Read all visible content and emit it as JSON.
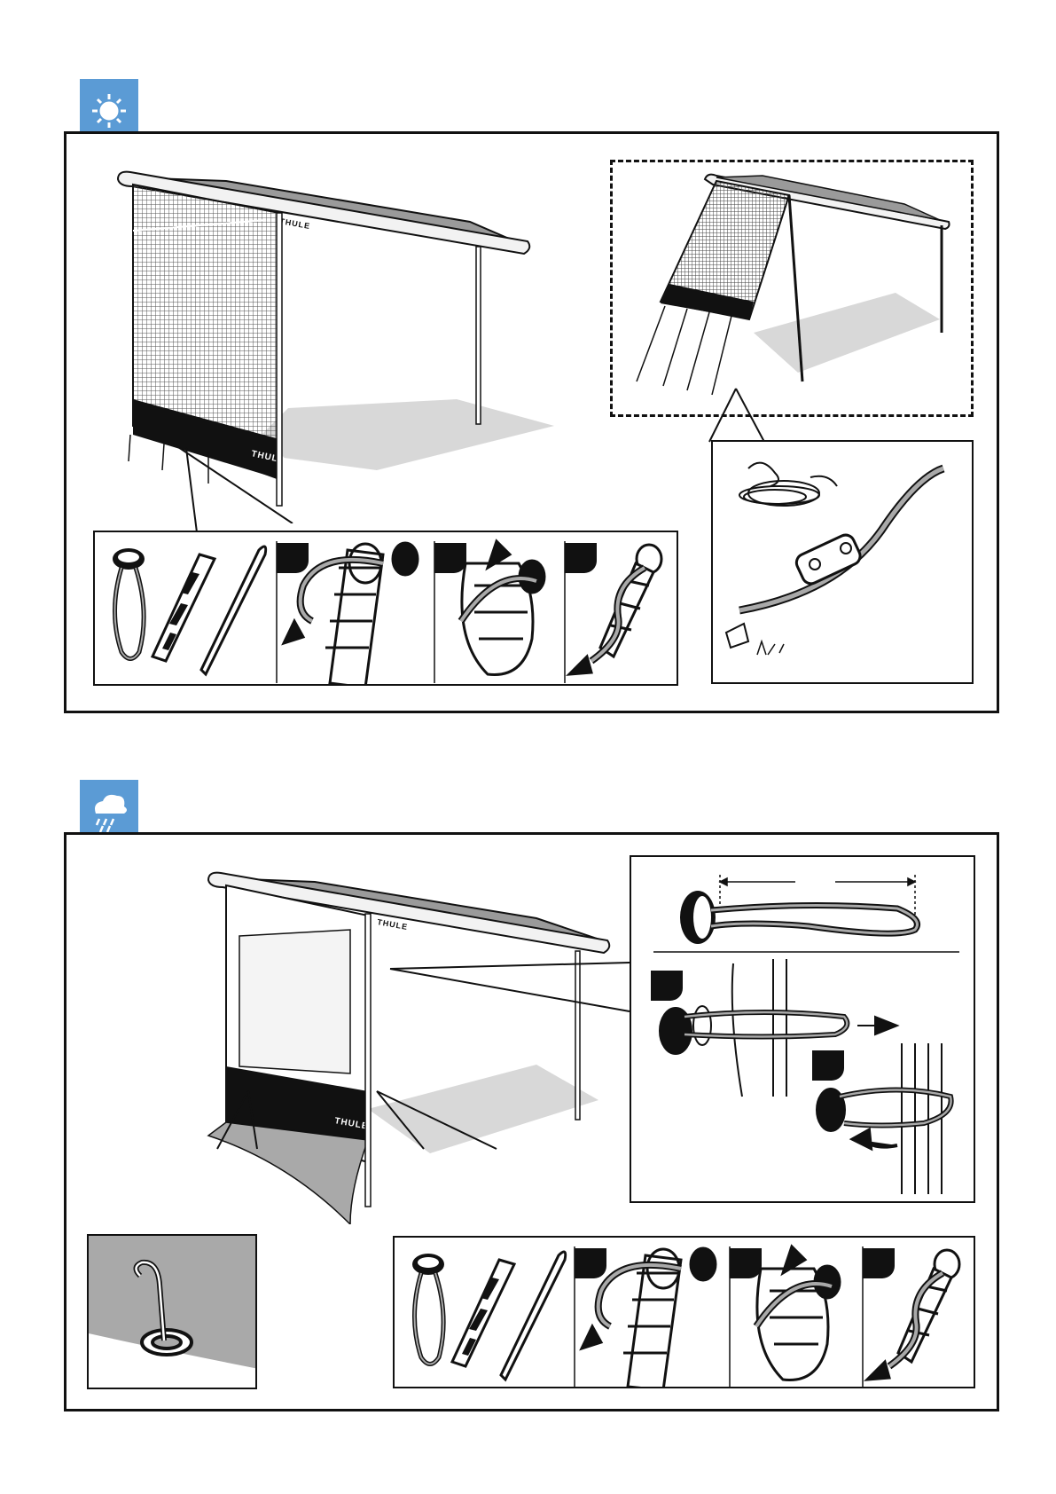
{
  "sections": [
    {
      "id": "sunny",
      "icon": "sun-icon",
      "brand": "THULE"
    },
    {
      "id": "rainy",
      "icon": "rain-cloud-icon",
      "brand": "THULE"
    }
  ],
  "colors": {
    "badge": "#5b9bd5",
    "ink": "#111111",
    "panel_grey": "#a9a9a9",
    "shadow": "#d8d8d8"
  }
}
